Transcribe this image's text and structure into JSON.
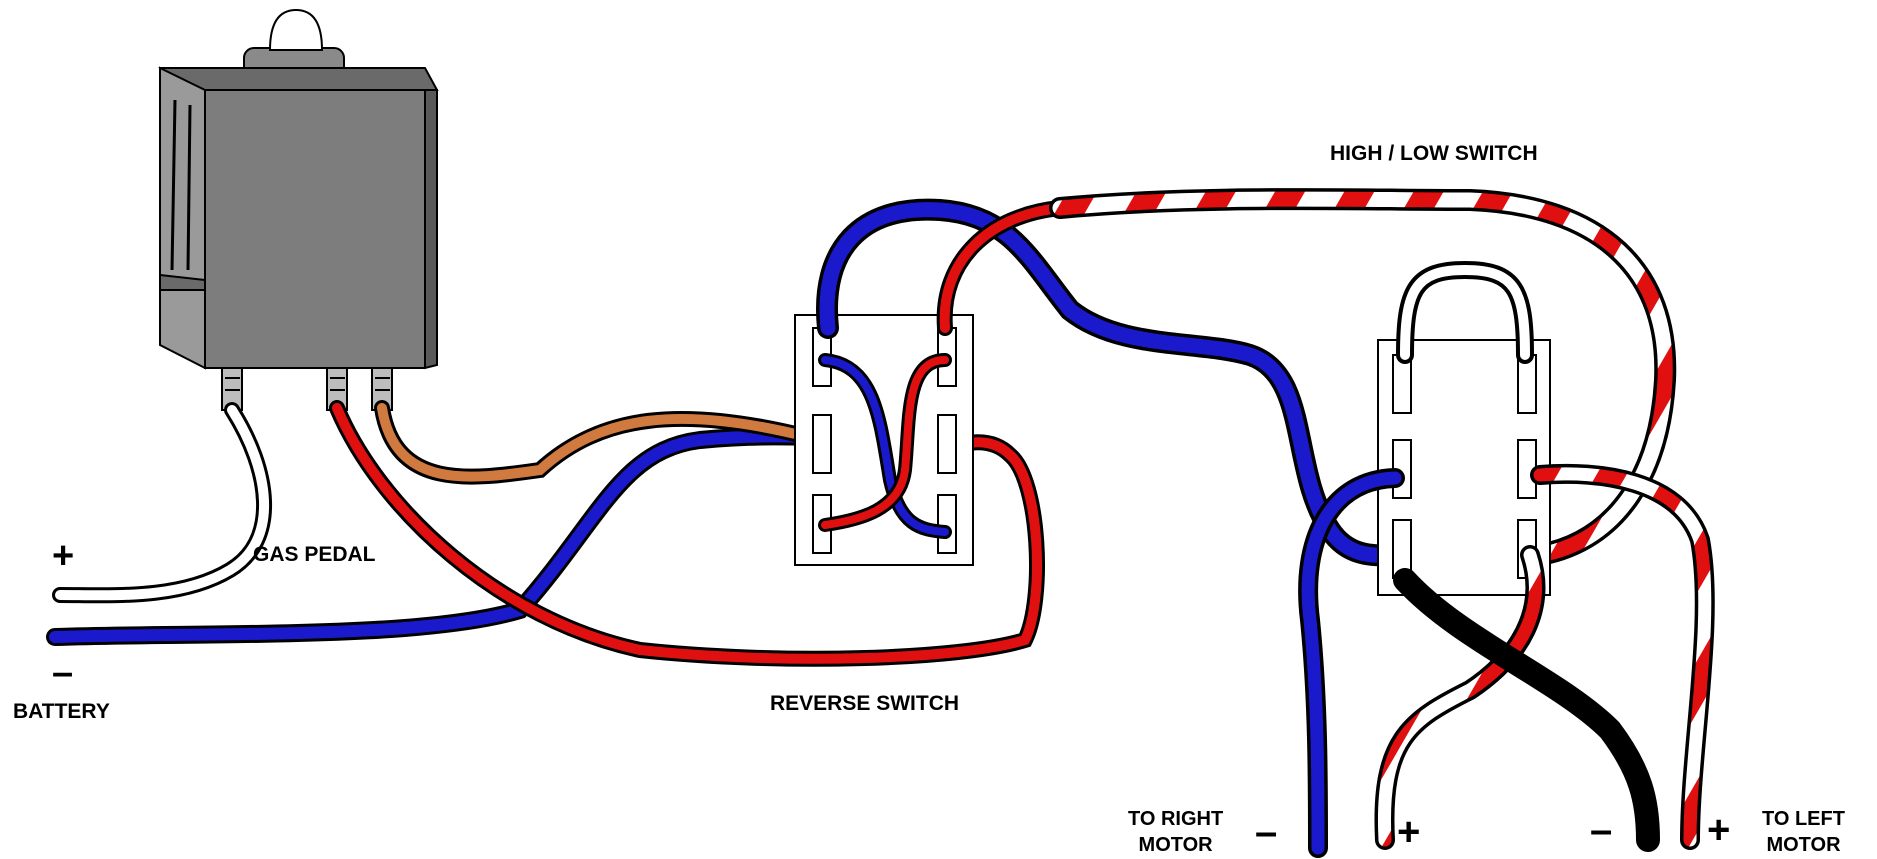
{
  "labels": {
    "gas_pedal": "GAS PEDAL",
    "battery": "BATTERY",
    "battery_plus": "+",
    "battery_minus": "–",
    "reverse_switch": "REVERSE SWITCH",
    "high_low_switch": "HIGH / LOW  SWITCH",
    "right_motor_line1": "TO RIGHT",
    "right_motor_line2": "MOTOR",
    "right_motor_minus": "–",
    "right_motor_plus": "+",
    "left_motor_minus": "–",
    "left_motor_plus": "+",
    "left_motor_line1": "TO LEFT",
    "left_motor_line2": "MOTOR"
  },
  "colors": {
    "wire_blue": "#1a1acc",
    "wire_red": "#e01010",
    "wire_brown": "#d07a40",
    "wire_black": "#000000",
    "wire_white": "#ffffff",
    "pedal_body": "#7d7d7d",
    "switch_body": "#ffffff"
  }
}
